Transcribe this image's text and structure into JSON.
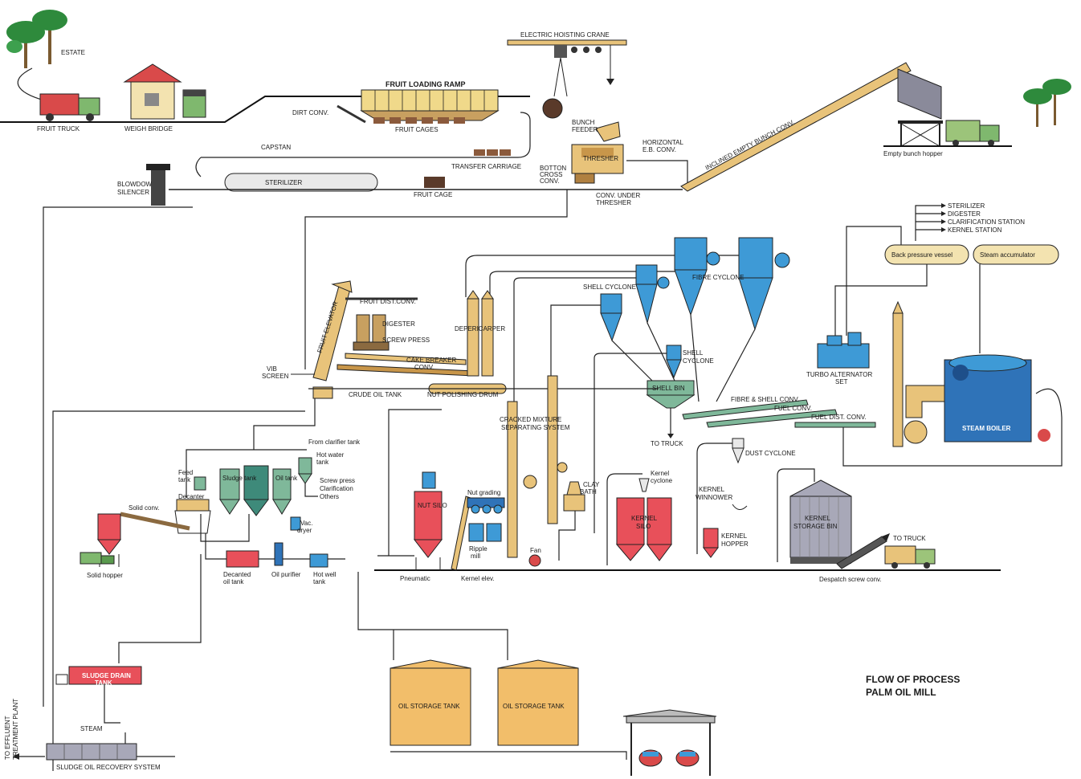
{
  "title": {
    "line1": "FLOW OF PROCESS",
    "line2": "PALM   OIL   MILL"
  },
  "labels": {
    "estate": "ESTATE",
    "fruit_truck": "FRUIT TRUCK",
    "weigh_bridge": "WEIGH BRIDGE",
    "fruit_loading_ramp": "FRUIT LOADING RAMP",
    "dirt_conv": "DIRT CONV.",
    "fruit_cages": "FRUIT CAGES",
    "electric_hoisting_crane": "ELECTRIC HOISTING CRANE",
    "capstan": "CAPSTAN",
    "transfer_carriage": "TRANSFER CARRIAGE",
    "blowdown_silencer_1": "BLOWDOW",
    "blowdown_silencer_2": "SILENCER",
    "sterilizer": "STERILIZER",
    "fruit_cage": "FRUIT CAGE",
    "bunch_feeder_1": "BUNCH",
    "bunch_feeder_2": "FEEDER",
    "thresher": "THRESHER",
    "bottom_cross_conv_1": "BOTTON",
    "bottom_cross_conv_2": "CROSS",
    "bottom_cross_conv_3": "CONV.",
    "conv_under_thresher_1": "CONV. UNDER",
    "conv_under_thresher_2": "THRESHER",
    "horizontal_eb_conv_1": "HORIZONTAL",
    "horizontal_eb_conv_2": "E.B. CONV.",
    "inclined_empty_bunch_conv": "INCLINED EMPTY BUNCH CONV.",
    "empty_bunch_hopper": "Empty bunch hopper",
    "steam_sterilizer": "STERILIZER",
    "steam_digester": "DIGESTER",
    "steam_clarification": "CLARIFICATION STATION",
    "steam_kernel": "KERNEL STATION",
    "back_pressure_vessel": "Back pressure vessel",
    "steam_accumulator": "Steam accumulator",
    "fruit_elevator": "FRUIT ELEVATOR",
    "fruit_dist_conv": "FRUIT DIST.CONV.",
    "digester": "DIGESTER",
    "screw_press": "SCREW PRESS",
    "depericarper": "DEPERICARPER",
    "cake_breaker_conv_1": "CAKE BREAKER",
    "cake_breaker_conv_2": "CONV.",
    "vib_screen_1": "VIB",
    "vib_screen_2": "SCREEN",
    "crude_oil_tank": "CRUDE OIL TANK",
    "nut_polishing_drum": "NUT POLISHING DRUM",
    "shell_cyclone": "SHELL CYCLONE",
    "fibre_cyclone": "FIBRE CYCLONE",
    "shell_cyclone_2a": "SHELL",
    "shell_cyclone_2b": "CYCLONE",
    "shell_bin": "SHELL BIN",
    "fibre_shell_conv": "FIBRE & SHELL CONV.",
    "fuel_conv": "FUEL CONV.",
    "fuel_dist_conv": "FUEL DIST. CONV.",
    "to_truck_1": "TO TRUCK",
    "turbo_alternator_1": "TURBO ALTERNATOR",
    "turbo_alternator_2": "SET",
    "steam_boiler": "STEAM BOILER",
    "cracked_mixture_1": "CRACKED MIXTURE",
    "cracked_mixture_2": "SEPARATING SYSTEM",
    "from_clarifier_tank": "From clarifier tank",
    "feed_tank_1": "Feed",
    "feed_tank_2": "tank",
    "decanter": "Decanter",
    "hot_water_tank_1": "Hot water",
    "hot_water_tank_2": "tank",
    "screw_press_dest": "Screw press",
    "clarification_dest": "Clarification",
    "others_dest": "Others",
    "sludge_tank": "Sludge tank",
    "oil_tank": "Oil tank",
    "vac_dryer_1": "Vac.",
    "vac_dryer_2": "dryer",
    "solid_conv": "Solid conv.",
    "solid_hopper": "Solid hopper",
    "decanted_oil_tank_1": "Decanted",
    "decanted_oil_tank_2": "oil tank",
    "oil_purifier": "Oil purifier",
    "hot_well_tank_1": "Hot well",
    "hot_well_tank_2": "tank",
    "nut_silo": "NUT SILO",
    "nut_grading": "Nut grading",
    "ripple_mill_1": "Ripple",
    "ripple_mill_2": "mill",
    "pneumatic": "Pneumatic",
    "kernel_elev": "Kernel elev.",
    "fan": "Fan",
    "clay_bath_1": "CLAY",
    "clay_bath_2": "BATH",
    "kernel_cyclone_1": "Kernel",
    "kernel_cyclone_2": "cyclone",
    "kernel_silo_1": "KERNEL",
    "kernel_silo_2": "SILO",
    "kernel_winnower_1": "KERNEL",
    "kernel_winnower_2": "WINNOWER",
    "kernel_hopper_1": "KERNEL",
    "kernel_hopper_2": "HOPPER",
    "dust_cyclone": "DUST CYCLONE",
    "kernel_storage_bin_1": "KERNEL",
    "kernel_storage_bin_2": "STORAGE BIN",
    "to_truck_2": "TO TRUCK",
    "despatch_screw_conv": "Despatch screw conv.",
    "sludge_drain_tank_1": "SLUDGE DRAIN",
    "sludge_drain_tank_2": "TANK",
    "to_effluent_1": "TO EFFLUENT",
    "to_effluent_2": "TREATMENT PLANT",
    "steam_label": "STEAM",
    "sludge_oil_recovery": "SLUDGE OIL RECOVERY SYSTEM",
    "oil_storage_tank_1": "OIL STORAGE TANK",
    "oil_storage_tank_2": "OIL STORAGE TANK"
  },
  "colors": {
    "blue": "#3e9ad6",
    "red": "#e8505a",
    "tan": "#e8c37a",
    "cream": "#f3e3b0",
    "orange_tank": "#f2be6a",
    "dark_blue": "#2f73b8",
    "green": "#7fb89a",
    "line": "#222222"
  }
}
